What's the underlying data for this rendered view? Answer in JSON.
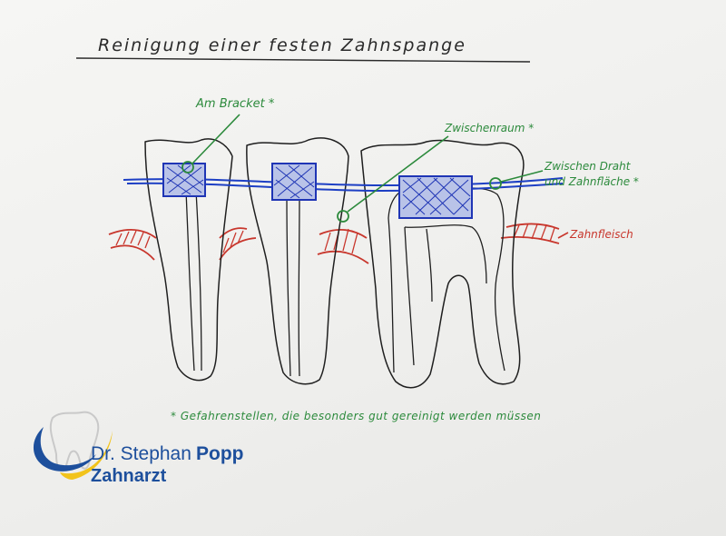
{
  "title": "Reinigung einer festen Zahnspange",
  "labels": {
    "bracket": "Am Bracket *",
    "interdental": "Zwischenraum *",
    "wire_surface_line1": "Zwischen Draht",
    "wire_surface_line2": "und Zahnfläche *",
    "gum": "Zahnfleisch"
  },
  "footnote": "* Gefahrenstellen, die besonders gut gereinigt werden müssen",
  "logo": {
    "name_regular": "Dr. Stephan",
    "name_bold": "Popp",
    "subtitle": "Zahnarzt"
  },
  "colors": {
    "annotation_green": "#2c8a3c",
    "wire_blue": "#1d3fc4",
    "gum_red": "#c8362c",
    "logo_blue": "#1d4f9c",
    "logo_yellow": "#f2c31b"
  }
}
